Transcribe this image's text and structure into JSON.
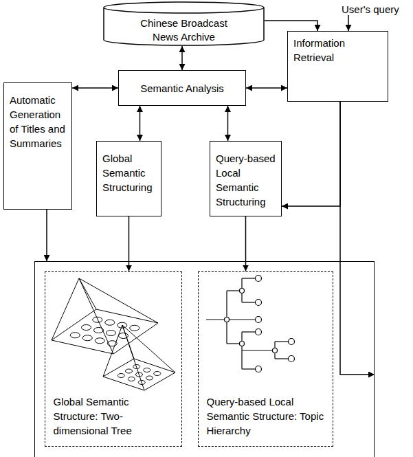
{
  "diagram": {
    "nodes": [
      {
        "text": [
          "Chinese Broadcast News Archive"
        ]
      },
      {
        "text": [
          "Information Retrieval"
        ]
      },
      {
        "text": [
          "Automatic Generation of Titles and Summaries"
        ]
      },
      {
        "text": [
          "Semantic Analysis"
        ]
      },
      {
        "text": [
          "Global Semantic Structuring"
        ]
      },
      {
        "text": [
          "Query-based Local Semantic Structuring"
        ]
      },
      {
        "text": []
      },
      {
        "text": [
          "Global Semantic Structure: Two-dimensional Tree"
        ],
        "in": 6
      },
      {
        "text": [
          "Query-based Local Semantic Structure: Topic Hierarchy"
        ],
        "in": 6
      }
    ],
    "edges": [
      {
        "from": 0,
        "to": 3,
        "arrow": "both"
      },
      {
        "from": 0,
        "to": 1,
        "arrow": "to"
      },
      {
        "from": 2,
        "to": 3,
        "arrow": "both"
      },
      {
        "from": 3,
        "to": 1,
        "arrow": "both"
      },
      {
        "from": 3,
        "to": 4,
        "arrow": "both"
      },
      {
        "from": 3,
        "to": 5,
        "arrow": "both"
      },
      {
        "from": 2,
        "to": 6,
        "arrow": "to"
      },
      {
        "from": 4,
        "to": 7,
        "arrow": "to"
      },
      {
        "from": 5,
        "to": 8,
        "arrow": "to"
      },
      {
        "from": 1,
        "to": 5,
        "arrow": "to"
      },
      {
        "from": 1,
        "to": 6,
        "arrow": "to"
      }
    ],
    "labels": [
      "User's query"
    ]
  }
}
